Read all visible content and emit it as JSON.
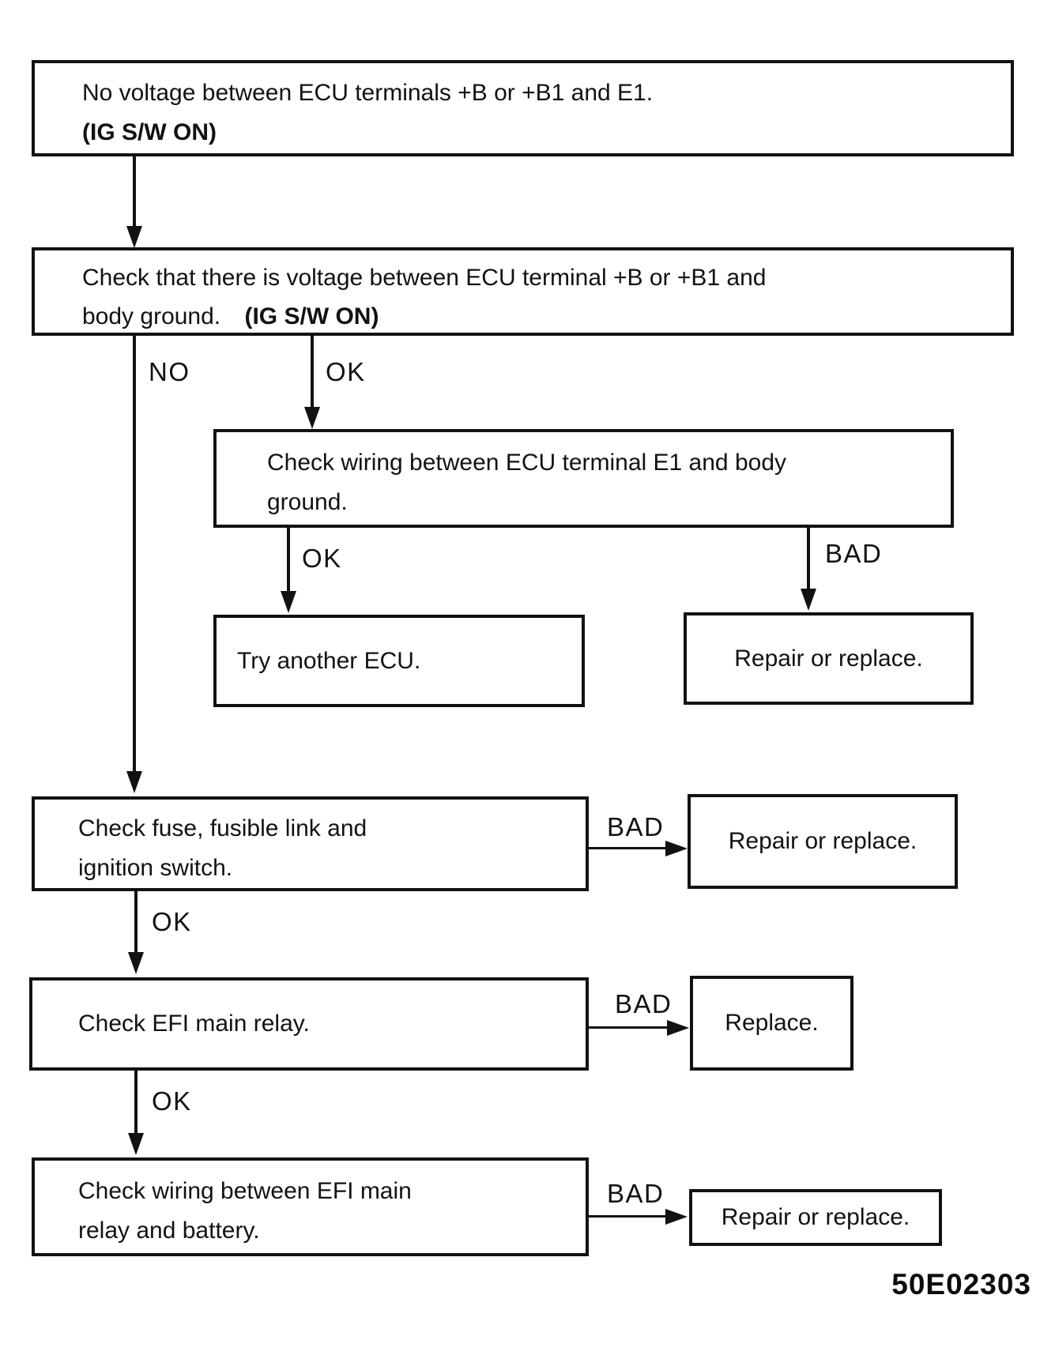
{
  "figure_code": "50E02303",
  "nodes": {
    "symptom": {
      "line1": "No voltage between ECU terminals +B or +B1 and E1.",
      "line2": "(IG S/W ON)"
    },
    "check_voltage": {
      "line1": "Check that there is voltage between ECU terminal +B or +B1 and",
      "line2_text": "body ground.",
      "line2_bold": "(IG S/W ON)"
    },
    "check_wiring_e1": {
      "line1": "Check wiring between ECU terminal E1 and body",
      "line2": "ground."
    },
    "try_another_ecu": {
      "label": "Try another ECU."
    },
    "repair_or_replace_1": {
      "label": "Repair or replace."
    },
    "check_fuse": {
      "line1": "Check fuse, fusible link and",
      "line2": "ignition switch."
    },
    "repair_or_replace_2": {
      "label": "Repair or replace."
    },
    "check_efi_main_relay": {
      "label": "Check EFI main relay."
    },
    "replace": {
      "label": "Replace."
    },
    "check_wiring_relay": {
      "line1": "Check wiring between EFI main",
      "line2": "relay and battery."
    },
    "repair_or_replace_3": {
      "label": "Repair or replace."
    }
  },
  "edges": {
    "no_1": "NO",
    "ok_1": "OK",
    "ok_2": "OK",
    "bad_1": "BAD",
    "bad_2": "BAD",
    "ok_3": "OK",
    "bad_3": "BAD",
    "ok_4": "OK",
    "bad_4": "BAD"
  }
}
